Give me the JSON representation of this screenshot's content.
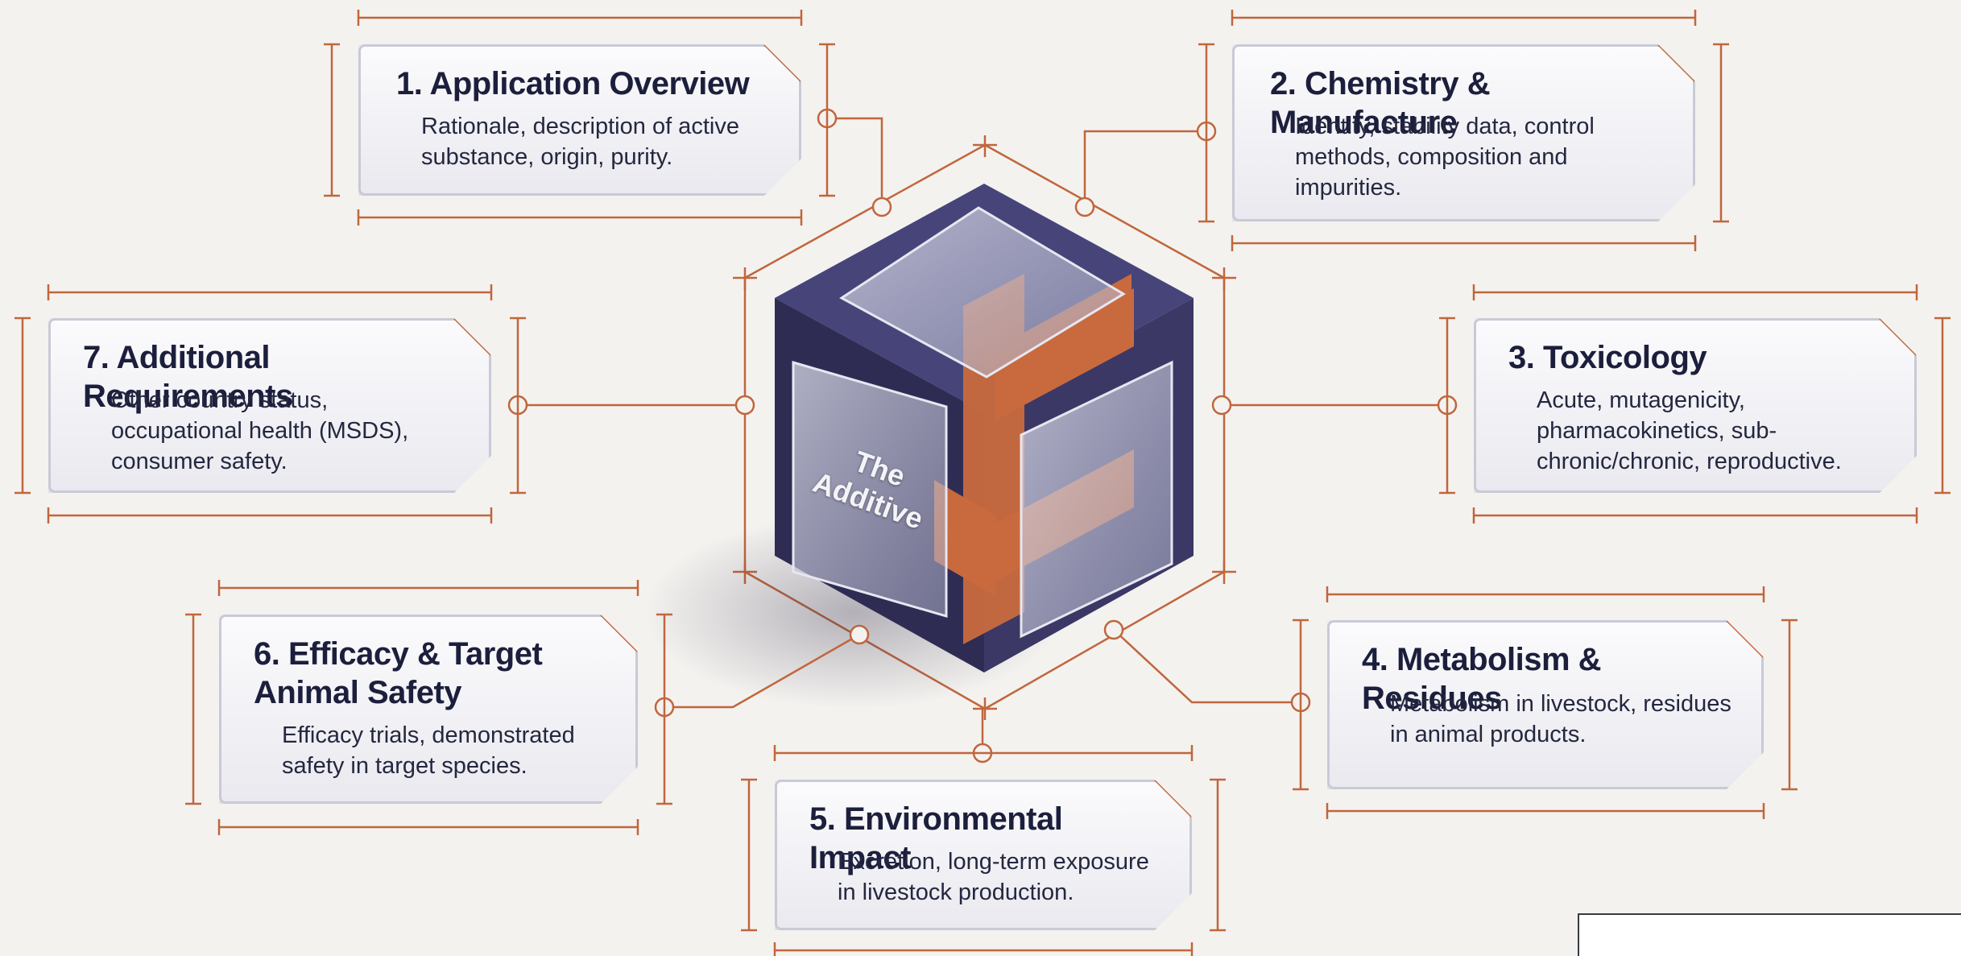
{
  "diagram": {
    "center_label": "The Additive",
    "colors": {
      "accent": "#c0663d",
      "cube": "#37345f",
      "title": "#1c1f3c",
      "background": "#f4f2ef"
    },
    "cards": [
      {
        "title": "1. Application Overview",
        "description": "Rationale, description of active substance, origin, purity."
      },
      {
        "title": "2. Chemistry & Manufacture",
        "description": "Identity, stability data, control methods, composition and impurities."
      },
      {
        "title": "3. Toxicology",
        "description": "Acute, mutagenicity, pharmacokinetics, sub-chronic/chronic, reproductive."
      },
      {
        "title": "4. Metabolism & Residues",
        "description": "Metabolism in livestock, residues in animal products."
      },
      {
        "title": "5. Environmental Impact",
        "description": "Excretion, long-term exposure in livestock production."
      },
      {
        "title": "6. Efficacy & Target Animal Safety",
        "description": "Efficacy trials, demonstrated safety in target species."
      },
      {
        "title": "7. Additional Requirements",
        "description": "Other country status, occupational health (MSDS), consumer safety."
      }
    ]
  }
}
